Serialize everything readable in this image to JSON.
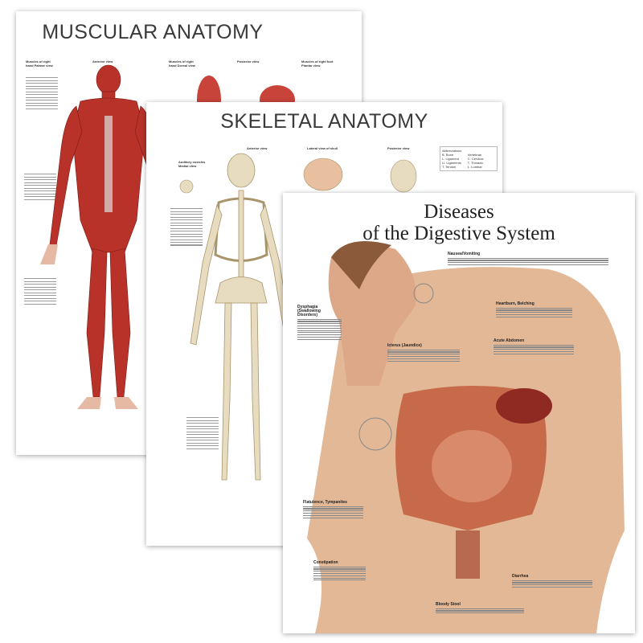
{
  "posters": {
    "muscular": {
      "title": "MUSCULAR ANATOMY",
      "views": [
        "Muscles of right hand Palmar view",
        "Anterior view",
        "Muscles of right hand Dorsal view",
        "Posterior view",
        "Muscles of right foot Plantar view"
      ]
    },
    "skeletal": {
      "title": "SKELETAL ANATOMY",
      "views": [
        "Auditory ossicles Medial view",
        "Anterior view",
        "Lateral view of skull",
        "Posterior view"
      ],
      "abbreviations": {
        "title": "Abbreviations",
        "left": [
          "B. Bone",
          "L. Ligament",
          "Ll. Ligaments",
          "T. Tendon"
        ],
        "right": [
          "Vertebrae",
          "C. Cervical",
          "T. Thoracic",
          "L. Lumbar"
        ]
      }
    },
    "digestive": {
      "title_line1": "Diseases",
      "title_line2": "of the Digestive System",
      "sections": [
        "Nausea/Vomiting",
        "Dysphagia (Swallowing Disorders)",
        "Icterus (Jaundice)",
        "Heartburn, Belching",
        "Acute Abdomen",
        "Flatulence, Tympanites",
        "Constipation",
        "Diarrhea",
        "Bloody Stool"
      ]
    }
  },
  "colors": {
    "muscle": "#b8322a",
    "bone": "#e8dcc0",
    "skin": "#e3b896"
  }
}
